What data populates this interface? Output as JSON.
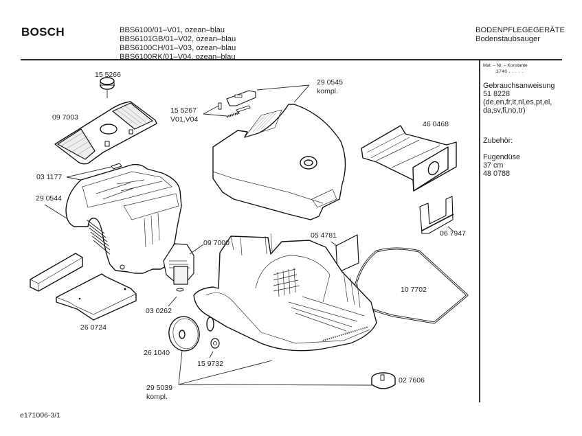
{
  "header": {
    "brand": "BOSCH",
    "models": [
      "BBS6100/01–V01, ozean–blau",
      "BBS6101GB/01–V02, ozean–blau",
      "BBS6100CH/01–V03, ozean–blau",
      "BBS6100RK/01–V04, ozean–blau"
    ],
    "category": "BODENPFLEGEGERÄTE",
    "subcategory": "Bodenstaubsauger"
  },
  "sidebar": {
    "mat_label": "Mat. – Nr. – Konstante",
    "mat_value": "3740  .  .  .  .  .",
    "manual_title": "Gebrauchsanweisung",
    "manual_number": "51 8228",
    "manual_languages_1": "(de,en,fr,it,nl,es,pt,el,",
    "manual_languages_2": "da,sv,fi,no,tr)",
    "accessories_title": "Zubehör:",
    "accessory_name": "Fugendüse",
    "accessory_size": "37 cm",
    "accessory_number": "48 0788"
  },
  "parts": {
    "p155266": "15 5266",
    "p097003": "09 7003",
    "p155267": "15 5267",
    "p155267_variant": "V01,V04",
    "p290545": "29 0545",
    "p290545_note": "kompl.",
    "p460468": "46 0468",
    "p031177": "03 1177",
    "p290544": "29 0544",
    "p067947": "06 7947",
    "p097000": "09 7000",
    "p054781": "05 4781",
    "p107702": "10 7702",
    "p030262": "03 0262",
    "p260724": "26 0724",
    "p261040": "26 1040",
    "p159732": "15 9732",
    "p295039": "29 5039",
    "p295039_note": "kompl.",
    "p027606": "02 7606"
  },
  "footer": {
    "drawing_id": "e171006-3/1"
  }
}
